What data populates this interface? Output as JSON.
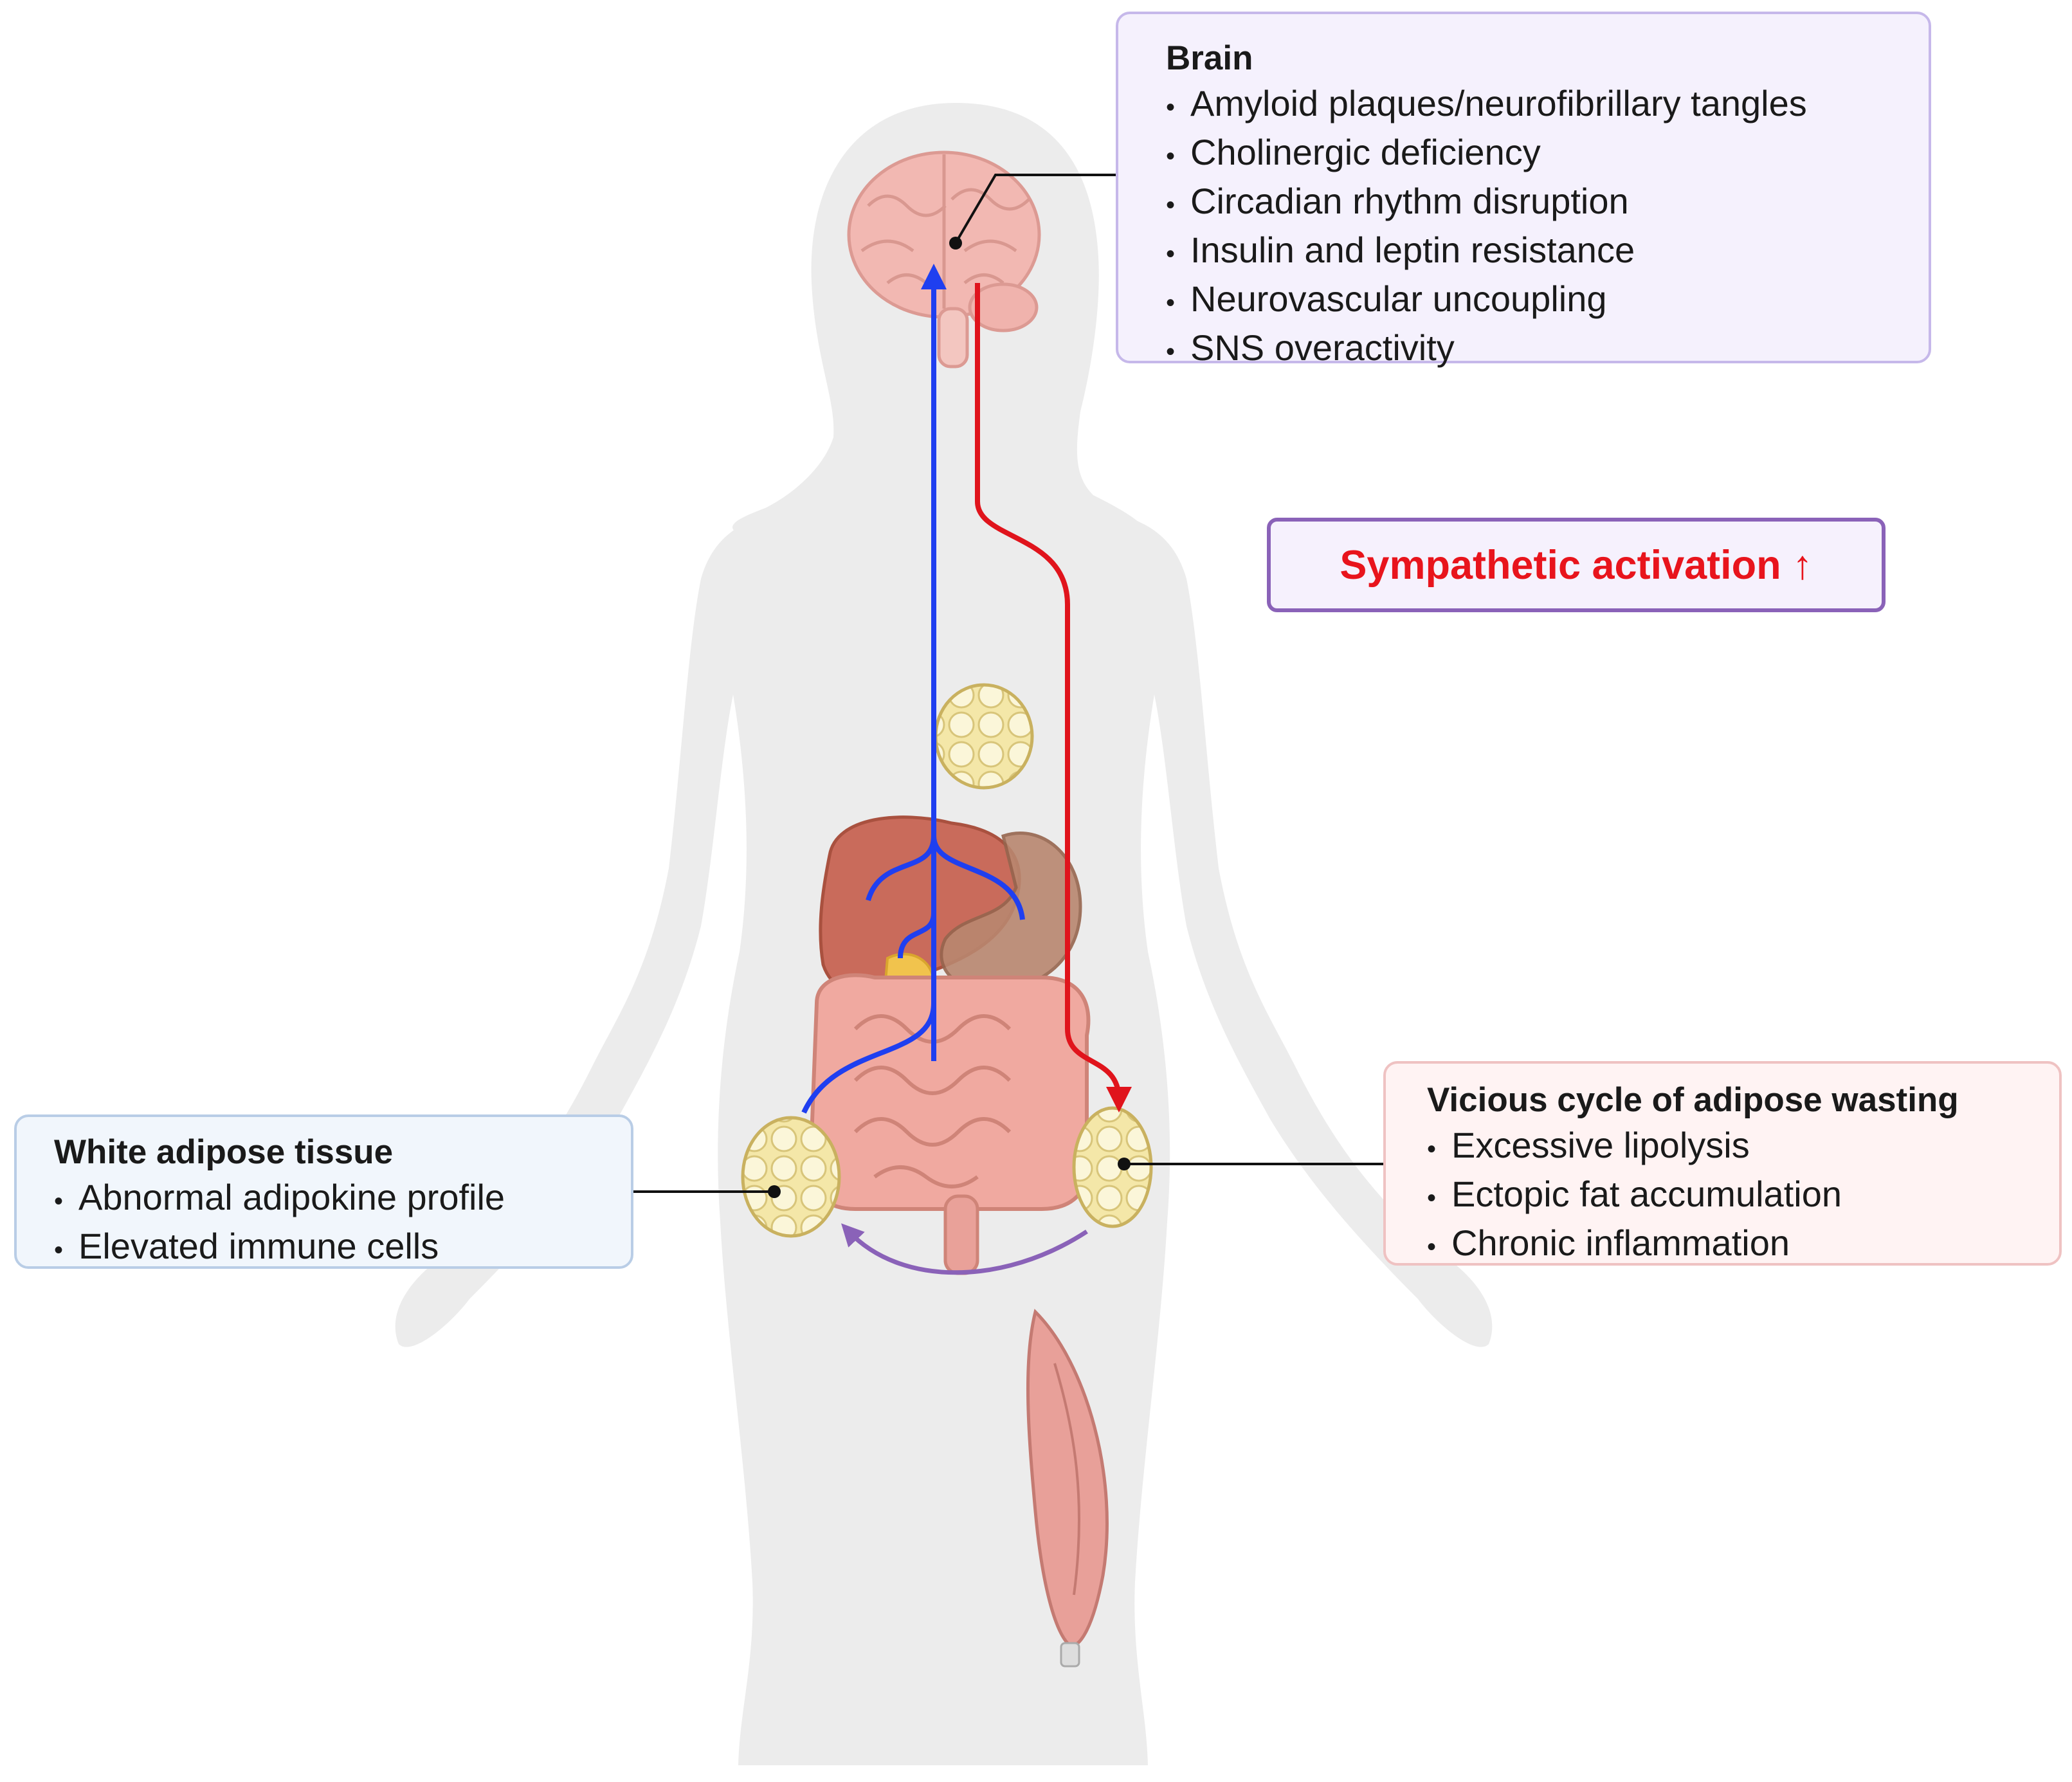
{
  "brain": {
    "title": "Brain",
    "items": [
      "Amyloid plaques/neurofibrillary tangles",
      "Cholinergic deficiency",
      "Circadian rhythm disruption",
      "Insulin and leptin resistance",
      "Neurovascular uncoupling",
      "SNS overactivity"
    ]
  },
  "sympathetic": {
    "label": "Sympathetic activation ↑"
  },
  "white_adipose": {
    "title": "White adipose tissue",
    "items": [
      "Abnormal adipokine profile",
      "Elevated immune cells"
    ]
  },
  "vicious_cycle": {
    "title": "Vicious cycle of adipose wasting",
    "items": [
      "Excessive lipolysis",
      "Ectopic fat accumulation",
      "Chronic inflammation"
    ]
  },
  "colors": {
    "afferent_arrow": "#1f3ff0",
    "efferent_arrow": "#e0141c",
    "cycle_arrow": "#8a62b8",
    "body_silhouette": "#ececec"
  }
}
